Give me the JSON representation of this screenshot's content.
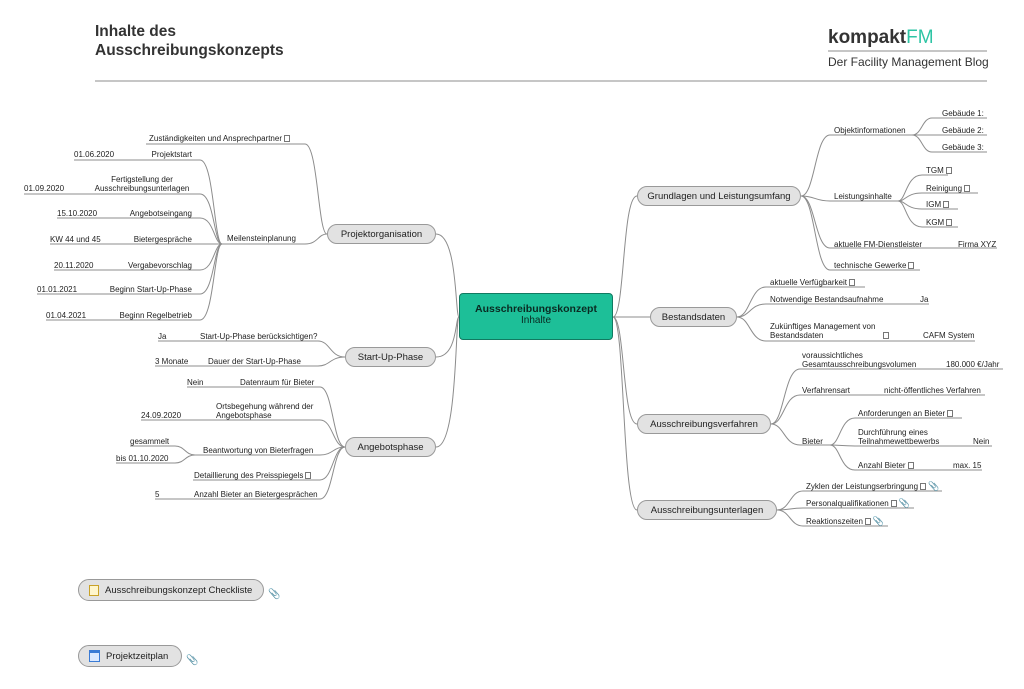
{
  "header": {
    "title_line1": "Inhalte des",
    "title_line2": "Ausschreibungskonzepts",
    "brand_a": "kompakt",
    "brand_b": "FM",
    "brand_sub": "Der Facility Management Blog",
    "accent_color": "#2ec4a4"
  },
  "central": {
    "line1": "Ausschreibungskonzept",
    "line2": "Inhalte",
    "color": "#1dbf98"
  },
  "left": {
    "projektorganisation": {
      "label": "Projektorganisation",
      "zustaendigkeit": "Zuständigkeiten und Ansprechpartner",
      "meilenstein": "Meilensteinplanung",
      "milestones": [
        {
          "name": "Projektstart",
          "date": "01.06.2020"
        },
        {
          "name": "Fertigstellung der Ausschreibungsunterlagen",
          "date": "01.09.2020"
        },
        {
          "name": "Angebotseingang",
          "date": "15.10.2020"
        },
        {
          "name": "Bietergespräche",
          "date": "KW 44 und 45"
        },
        {
          "name": "Vergabevorschlag",
          "date": "20.11.2020"
        },
        {
          "name": "Beginn Start-Up-Phase",
          "date": "01.01.2021"
        },
        {
          "name": "Beginn Regelbetrieb",
          "date": "01.04.2021"
        }
      ]
    },
    "startup": {
      "label": "Start-Up-Phase",
      "items": [
        {
          "name": "Start-Up-Phase berücksichtigen?",
          "value": "Ja"
        },
        {
          "name": "Dauer der Start-Up-Phase",
          "value": "3 Monate"
        }
      ]
    },
    "angebotsphase": {
      "label": "Angebotsphase",
      "datenraum": {
        "name": "Datenraum für Bieter",
        "value": "Nein"
      },
      "ortsbegehung": {
        "name": "Ortsbegehung während der Angebotsphase",
        "value": "24.09.2020"
      },
      "beantwortung": {
        "name": "Beantwortung von Bieterfragen",
        "value1": "gesammelt",
        "value2": "bis 01.10.2020"
      },
      "preisspiegel": {
        "name": "Detaillierung des Preisspiegels"
      },
      "anzahl": {
        "name": "Anzahl Bieter an Bietergesprächen",
        "value": "5"
      }
    }
  },
  "right": {
    "grundlagen": {
      "label": "Grundlagen und Leistungsumfang",
      "objekt": {
        "name": "Objektinformationen",
        "items": [
          "Gebäude 1:",
          "Gebäude 2:",
          "Gebäude 3:"
        ]
      },
      "leistung": {
        "name": "Leistungsinhalte",
        "items": [
          "TGM",
          "Reinigung",
          "IGM",
          "KGM"
        ]
      },
      "fm": {
        "name": "aktuelle FM-Dienstleister",
        "value": "Firma XYZ"
      },
      "gewerke": {
        "name": "technische Gewerke"
      }
    },
    "bestand": {
      "label": "Bestandsdaten",
      "verfuegbarkeit": "aktuelle Verfügbarkeit",
      "aufnahme": {
        "name": "Notwendige Bestandsaufnahme",
        "value": "Ja"
      },
      "management": {
        "name": "Zukünftiges Management von Bestandsdaten",
        "value": "CAFM System"
      }
    },
    "verfahren": {
      "label": "Ausschreibungsverfahren",
      "volumen": {
        "name": "voraussichtliches Gesamtausschreibungsvolumen",
        "value": "180.000 €/Jahr"
      },
      "art": {
        "name": "Verfahrensart",
        "value": "nicht-öffentliches Verfahren"
      },
      "bieter": {
        "name": "Bieter",
        "anforderungen": "Anforderungen an Bieter",
        "teilnahme": {
          "name": "Durchführung eines Teilnahmewettbewerbs",
          "value": "Nein"
        },
        "anzahl": {
          "name": "Anzahl Bieter",
          "value": "max. 15"
        }
      }
    },
    "unterlagen": {
      "label": "Ausschreibungsunterlagen",
      "items": [
        "Zyklen der Leistungserbringung",
        "Personalqualifikationen",
        "Reaktionszeiten"
      ]
    }
  },
  "buttons": {
    "checkliste": "Ausschreibungskonzept Checkliste",
    "zeitplan": "Projektzeitplan"
  }
}
